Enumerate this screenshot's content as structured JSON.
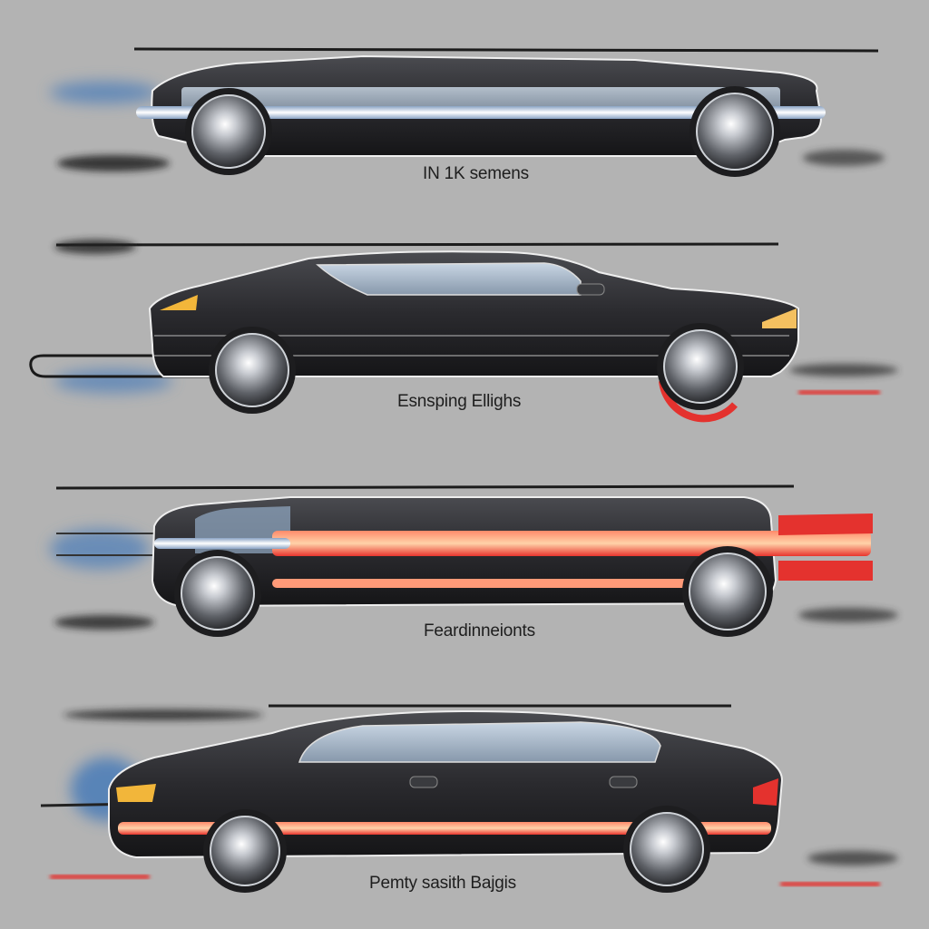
{
  "colors": {
    "background": "#b3b3b3",
    "body": "#2b2b2e",
    "window_glass": "#9fb0c2",
    "light_streak": "#e8eef8",
    "tail_light": "#e4322e",
    "head_light": "#f2b63a",
    "motion_blue": "#5d86b8"
  },
  "panels": [
    {
      "caption": "IN 1K semens",
      "car": "low-sedan"
    },
    {
      "caption": "Esnsping Ellighs",
      "car": "sports-coupe"
    },
    {
      "caption": "Feardinneionts",
      "car": "wagon"
    },
    {
      "caption": "Pemty sasith Bajgis",
      "car": "hatchback"
    }
  ]
}
